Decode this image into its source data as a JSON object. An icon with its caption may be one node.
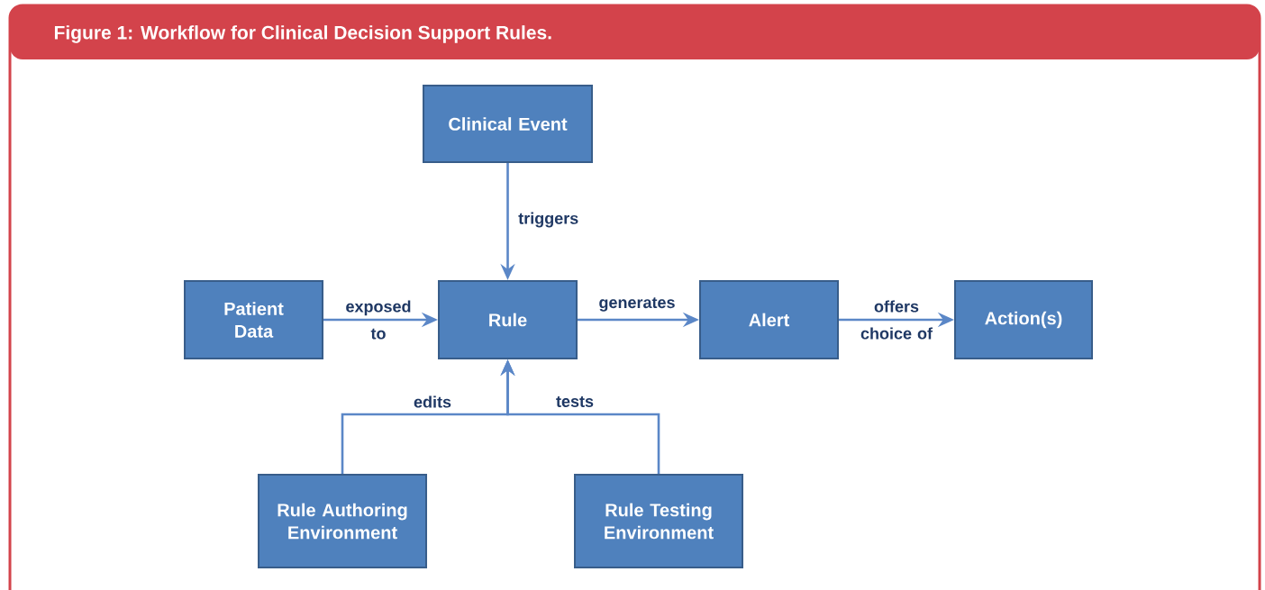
{
  "diagram": {
    "title": "Figure 1: Workflow for Clinical Decision Support Rules.",
    "nodes": [
      {
        "text": [
          "Clinical Event"
        ]
      },
      {
        "text": [
          "Patient Data"
        ]
      },
      {
        "text": [
          "Rule"
        ]
      },
      {
        "text": [
          "Alert"
        ]
      },
      {
        "text": [
          "Action(s)"
        ]
      },
      {
        "text": [
          "Rule Authoring Environment"
        ]
      },
      {
        "text": [
          "Rule Testing Environment"
        ]
      }
    ],
    "edges": [
      {
        "from": 0,
        "to": 2,
        "arrow": "to",
        "label": "triggers"
      },
      {
        "from": 1,
        "to": 2,
        "arrow": "to",
        "label": "exposed to"
      },
      {
        "from": 2,
        "to": 3,
        "arrow": "to",
        "label": "generates"
      },
      {
        "from": 3,
        "to": 4,
        "arrow": "to",
        "label": "offers choice of"
      },
      {
        "from": 5,
        "to": 2,
        "arrow": "to",
        "label": "edits"
      },
      {
        "from": 6,
        "to": 2,
        "arrow": "to",
        "label": "tests"
      }
    ]
  }
}
